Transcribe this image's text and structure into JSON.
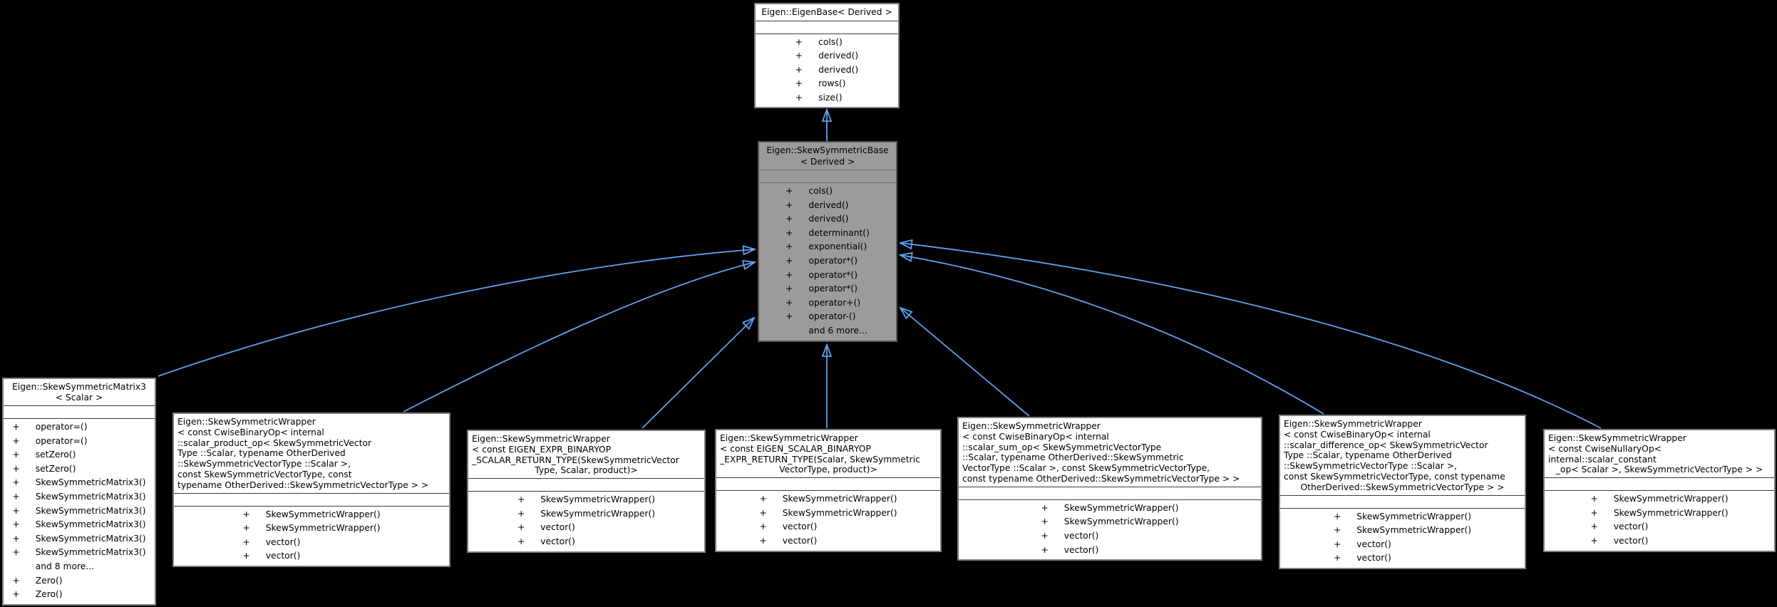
{
  "diagram": {
    "kind": "doxygen-inheritance-class-diagram",
    "colors": {
      "background": "#000000",
      "arrow": "#5da1ee",
      "node_fill": "#ffffff",
      "node_border": "#7d7d7d",
      "highlight_fill": "#9b9b9b",
      "highlight_border": "#565656",
      "text": "#000000"
    },
    "boxes": {
      "eigenbase": {
        "title_lines": [
          "Eigen::EigenBase< Derived >"
        ],
        "methods": [
          {
            "plus": "+",
            "label": "cols()"
          },
          {
            "plus": "+",
            "label": "derived()"
          },
          {
            "plus": "+",
            "label": "derived()"
          },
          {
            "plus": "+",
            "label": "rows()"
          },
          {
            "plus": "+",
            "label": "size()"
          }
        ]
      },
      "base": {
        "title_lines": [
          "Eigen::SkewSymmetricBase",
          "< Derived >"
        ],
        "methods": [
          {
            "plus": "+",
            "label": "cols()"
          },
          {
            "plus": "+",
            "label": "derived()"
          },
          {
            "plus": "+",
            "label": "derived()"
          },
          {
            "plus": "+",
            "label": "determinant()"
          },
          {
            "plus": "+",
            "label": "exponential()"
          },
          {
            "plus": "+",
            "label": "operator*()"
          },
          {
            "plus": "+",
            "label": "operator*()"
          },
          {
            "plus": "+",
            "label": "operator*()"
          },
          {
            "plus": "+",
            "label": "operator+()"
          },
          {
            "plus": "+",
            "label": "operator-()"
          },
          {
            "plus": "",
            "label": "and 6 more..."
          }
        ]
      },
      "matrix3": {
        "title_lines": [
          "Eigen::SkewSymmetricMatrix3",
          "< Scalar >"
        ],
        "methods": [
          {
            "plus": "+",
            "label": "operator=()"
          },
          {
            "plus": "+",
            "label": "operator=()"
          },
          {
            "plus": "+",
            "label": "setZero()"
          },
          {
            "plus": "+",
            "label": "setZero()"
          },
          {
            "plus": "+",
            "label": "SkewSymmetricMatrix3()"
          },
          {
            "plus": "+",
            "label": "SkewSymmetricMatrix3()"
          },
          {
            "plus": "+",
            "label": "SkewSymmetricMatrix3()"
          },
          {
            "plus": "+",
            "label": "SkewSymmetricMatrix3()"
          },
          {
            "plus": "+",
            "label": "SkewSymmetricMatrix3()"
          },
          {
            "plus": "+",
            "label": "SkewSymmetricMatrix3()"
          },
          {
            "plus": "",
            "label": "and 8 more..."
          },
          {
            "plus": "+",
            "label": "Zero()"
          },
          {
            "plus": "+",
            "label": "Zero()"
          }
        ]
      },
      "product": {
        "title_lines": [
          "Eigen::SkewSymmetricWrapper",
          "< const CwiseBinaryOp< internal",
          "::scalar_product_op< SkewSymmetricVector",
          "Type ::Scalar, typename OtherDerived",
          "::SkewSymmetricVectorType ::Scalar >,",
          " const SkewSymmetricVectorType, const",
          " typename OtherDerived::SkewSymmetricVectorType > >"
        ],
        "methods": [
          {
            "plus": "+",
            "label": "SkewSymmetricWrapper()"
          },
          {
            "plus": "+",
            "label": "SkewSymmetricWrapper()"
          },
          {
            "plus": "+",
            "label": "vector()"
          },
          {
            "plus": "+",
            "label": "vector()"
          }
        ]
      },
      "exprbin": {
        "title_lines": [
          "Eigen::SkewSymmetricWrapper",
          "< const EIGEN_EXPR_BINARYOP",
          "_SCALAR_RETURN_TYPE(SkewSymmetricVector",
          "Type, Scalar, product)>"
        ],
        "methods": [
          {
            "plus": "+",
            "label": "SkewSymmetricWrapper()"
          },
          {
            "plus": "+",
            "label": "SkewSymmetricWrapper()"
          },
          {
            "plus": "+",
            "label": "vector()"
          },
          {
            "plus": "+",
            "label": "vector()"
          }
        ]
      },
      "scalbin": {
        "title_lines": [
          "Eigen::SkewSymmetricWrapper",
          "< const EIGEN_SCALAR_BINARYOP",
          "_EXPR_RETURN_TYPE(Scalar, SkewSymmetric",
          "VectorType, product)>"
        ],
        "methods": [
          {
            "plus": "+",
            "label": "SkewSymmetricWrapper()"
          },
          {
            "plus": "+",
            "label": "SkewSymmetricWrapper()"
          },
          {
            "plus": "+",
            "label": "vector()"
          },
          {
            "plus": "+",
            "label": "vector()"
          }
        ]
      },
      "sum": {
        "title_lines": [
          "Eigen::SkewSymmetricWrapper",
          "< const CwiseBinaryOp< internal",
          "::scalar_sum_op< SkewSymmetricVectorType",
          " ::Scalar, typename OtherDerived::SkewSymmetric",
          "VectorType ::Scalar >, const SkewSymmetricVectorType,",
          " const typename OtherDerived::SkewSymmetricVectorType > >"
        ],
        "methods": [
          {
            "plus": "+",
            "label": "SkewSymmetricWrapper()"
          },
          {
            "plus": "+",
            "label": "SkewSymmetricWrapper()"
          },
          {
            "plus": "+",
            "label": "vector()"
          },
          {
            "plus": "+",
            "label": "vector()"
          }
        ]
      },
      "diff": {
        "title_lines": [
          "Eigen::SkewSymmetricWrapper",
          "< const CwiseBinaryOp< internal",
          "::scalar_difference_op< SkewSymmetricVector",
          "Type ::Scalar, typename OtherDerived",
          "::SkewSymmetricVectorType ::Scalar >,",
          " const SkewSymmetricVectorType, const typename",
          "OtherDerived::SkewSymmetricVectorType > >"
        ],
        "methods": [
          {
            "plus": "+",
            "label": "SkewSymmetricWrapper()"
          },
          {
            "plus": "+",
            "label": "SkewSymmetricWrapper()"
          },
          {
            "plus": "+",
            "label": "vector()"
          },
          {
            "plus": "+",
            "label": "vector()"
          }
        ]
      },
      "nullary": {
        "title_lines": [
          "Eigen::SkewSymmetricWrapper",
          "< const CwiseNullaryOp<",
          " internal::scalar_constant",
          "_op< Scalar >, SkewSymmetricVectorType > >"
        ],
        "methods": [
          {
            "plus": "+",
            "label": "SkewSymmetricWrapper()"
          },
          {
            "plus": "+",
            "label": "SkewSymmetricWrapper()"
          },
          {
            "plus": "+",
            "label": "vector()"
          },
          {
            "plus": "+",
            "label": "vector()"
          }
        ]
      }
    }
  }
}
